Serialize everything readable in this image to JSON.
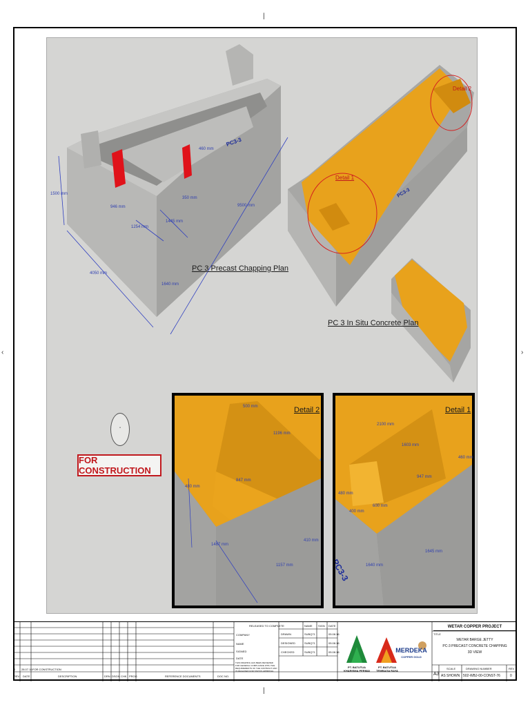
{
  "views": {
    "precast_title": "PC 3 Precast Chapping Plan",
    "insitu_title": "PC 3 In Situ Concrete Plan",
    "detail1_label": "Detail 1",
    "detail2_label": "Detail 2",
    "detail1_title": "Detail 1",
    "detail2_title": "Detail 2"
  },
  "dimensions": {
    "d1500": "1500 mm",
    "d9500": "9500 mm",
    "d4050": "4050 mm",
    "d460": "460 mm",
    "d350": "350 mm",
    "d946": "946 mm",
    "d1254": "1254 mm",
    "d1445": "1445 mm",
    "d1640": "1640 mm",
    "d2_500": "500 mm",
    "d2_1196": "1196 mm",
    "d2_847": "847 mm",
    "d2_480": "480 mm",
    "d2_1467": "1467 mm",
    "d2_1157": "1157 mm",
    "d2_410": "410 mm",
    "d1_2100": "2100 mm",
    "d1_1603": "1603 mm",
    "d1_460": "460 mm",
    "d1_947": "947 mm",
    "d1_400": "400 mm",
    "d1_600": "600 mm",
    "d1_1640": "1640 mm",
    "d1_1645": "1645 mm",
    "d1_480": "480 mm"
  },
  "stamp": {
    "text": "FOR CONSTRUCTION"
  },
  "title_block": {
    "rev_row": {
      "rev": "0",
      "date": "28.07.16",
      "description": "FOR CONSTRUCTION"
    },
    "headers": {
      "rev": "REV",
      "date": "DATE",
      "description": "DESCRIPTION",
      "drn": "DRN",
      "dsgn": "DSGN",
      "chk": "CHK",
      "prog": "PROG",
      "references": "REFERENCE DOCUMENTS",
      "doc_no": "DOC NO."
    },
    "release": {
      "heading": "RELEASED TO COMPLETE",
      "company": "COMPANY",
      "name": "NAME",
      "signed": "SIGNED",
      "date": "DATE",
      "note": "THIS DRAWING HAS BEEN REVIEWED FOR GENERAL COMPLIANCE WITH THE REQUIREMENTS OF THE CONTRACT AND IS RELEASED FOR STATUS APPROVAL"
    },
    "sign": {
      "name_h": "NAME",
      "sign_h": "SIGN",
      "date_h": "DATE",
      "drawn": "DRAWN",
      "designed": "DESIGNED",
      "checked": "CHECKED",
      "drawn_name": "SUBQ71",
      "designed_name": "SUBQ71",
      "checked_name": "SUBQ71",
      "drawn_date": "05.08.16",
      "designed_date": "05.08.16",
      "checked_date": "05.08.16"
    },
    "logos": {
      "bkp": "PT. BATUTUA KHARISMA PERMAI",
      "btr": "PT. BATUTUA TEMBAGA RAYA",
      "merdeka": "MERDEKA",
      "merdeka_sub": "COPPER GOLD"
    },
    "project": "WETAR COPPER PROJECT",
    "title_label": "TITLE",
    "title_lines": [
      "WETAR BARGE JETTY",
      "PC-3 PRECAST CONCRETE CHAPPING",
      "3D VIEW"
    ],
    "size": "A3",
    "scale_h": "SCALE",
    "scale": "AS SHOWN",
    "drawing_no_h": "DRAWING NUMBER",
    "drawing_no": "502-WBJ-00-CONST-76",
    "rev_h": "REV",
    "rev": "0"
  }
}
